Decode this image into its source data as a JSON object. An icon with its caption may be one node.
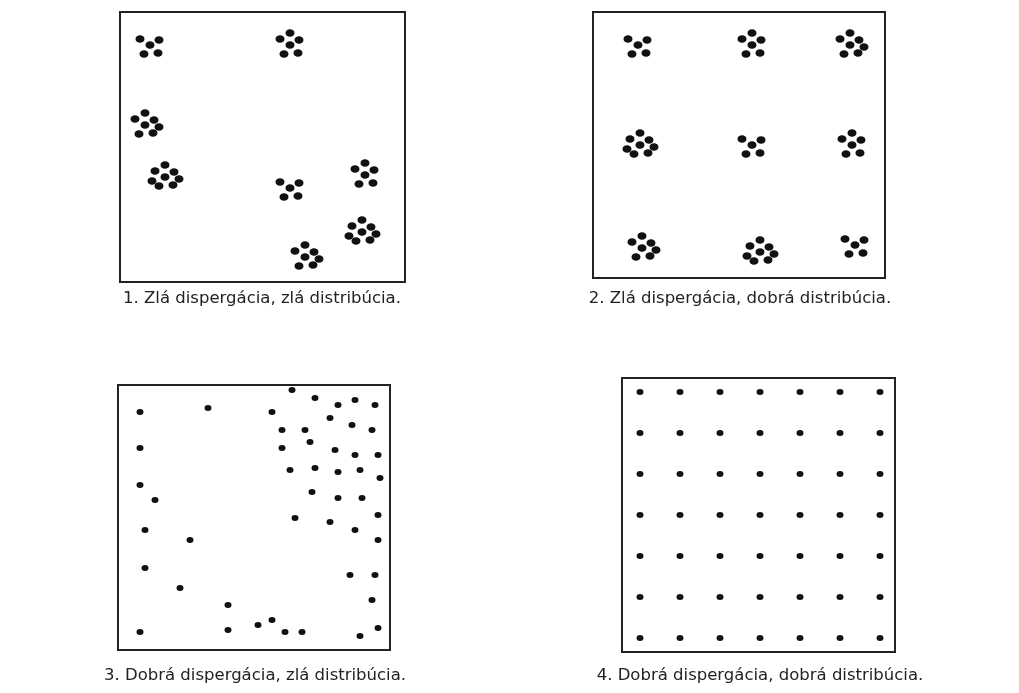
{
  "diagram": {
    "labels": [
      "1. Zlá dispergácia, zlá distribúcia.",
      "2. Zlá dispergácia, dobrá distribúcia.",
      "3. Dobrá dispergácia, zlá distribúcia.",
      "4. Dobrá dispergácia, dobrá distribúcia."
    ]
  }
}
